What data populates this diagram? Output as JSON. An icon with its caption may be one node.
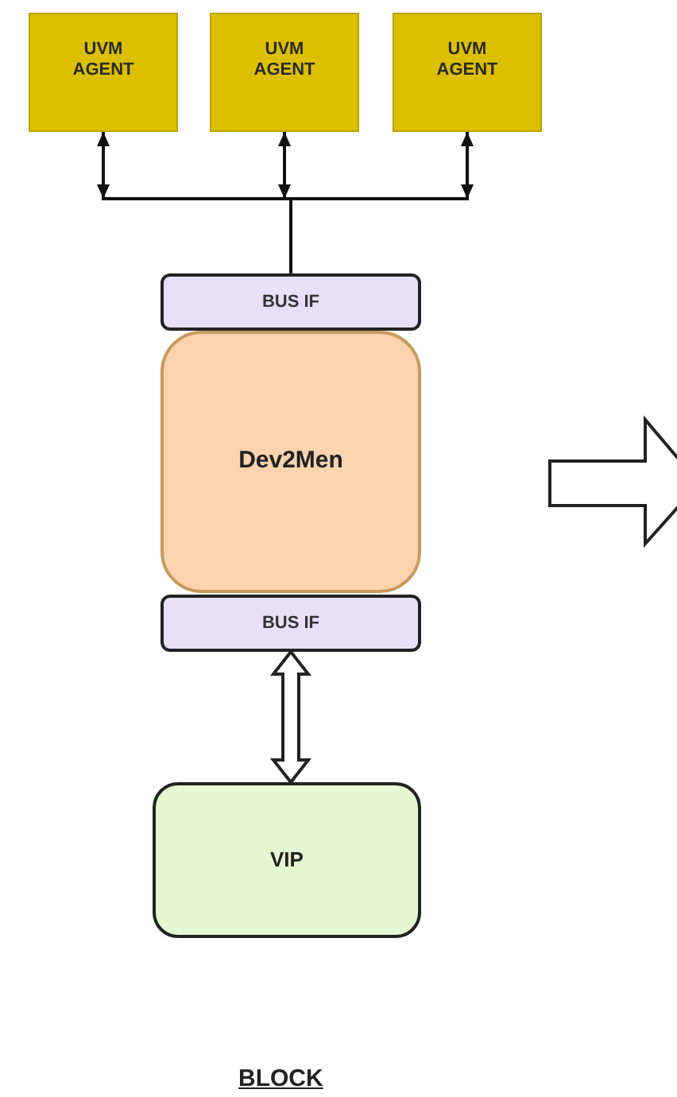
{
  "diagram": {
    "caption": "BLOCK",
    "nodes": [
      {
        "text": [
          "UVM AGENT"
        ]
      },
      {
        "text": [
          "UVM AGENT"
        ]
      },
      {
        "text": [
          "UVM AGENT"
        ]
      },
      {
        "text": [
          "BUS IF"
        ]
      },
      {
        "text": [
          "Dev2Men"
        ]
      },
      {
        "text": [
          "BUS IF"
        ]
      },
      {
        "text": [
          "VIP"
        ]
      }
    ],
    "edges": [
      {
        "from": 3,
        "to": 0,
        "arrow": "to"
      },
      {
        "from": 3,
        "to": 1,
        "arrow": "to"
      },
      {
        "from": 3,
        "to": 2,
        "arrow": "to"
      },
      {
        "from": 5,
        "to": 6,
        "arrow": "both",
        "style": "thick"
      }
    ]
  }
}
